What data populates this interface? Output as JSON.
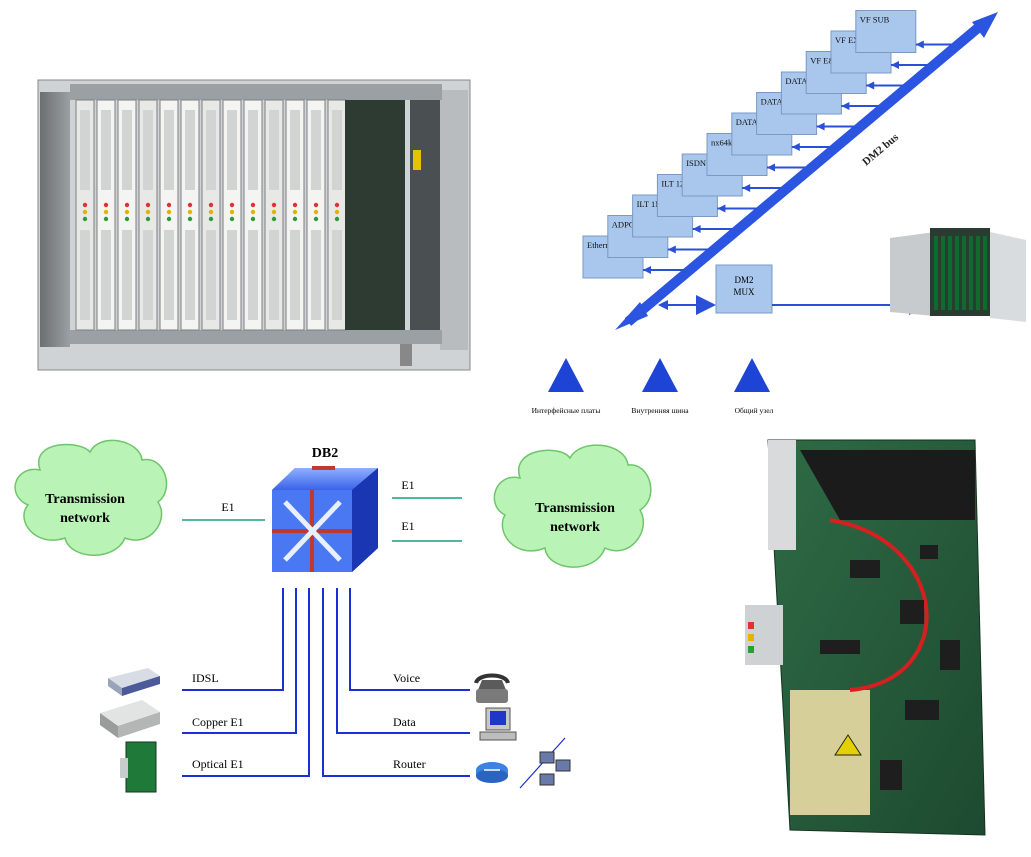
{
  "bus": {
    "label": "DM2 bus",
    "cards": [
      "Ethernet",
      "ADPCM",
      "ILT 1M",
      "ILT 128",
      "ISDN",
      "nx64k G.704",
      "DATA nx64k",
      "DATA 48..64k",
      "DATA 0..19.2k",
      "VF E&M",
      "VF EXC",
      "VF SUB"
    ],
    "mux": [
      "DM2",
      "MUX"
    ]
  },
  "legend": {
    "items": [
      "Интерфейсные платы",
      "Внутренняя шина",
      "Общий узел"
    ]
  },
  "network": {
    "hub_label": "DB2",
    "cloud_left": [
      "Transmission",
      "network"
    ],
    "cloud_right": [
      "Transmission",
      "network"
    ],
    "e1_left": "E1",
    "e1_right_top": "E1",
    "e1_right_bottom": "E1",
    "left_ports": [
      "IDSL",
      "Copper E1",
      "Optical E1"
    ],
    "right_ports": [
      "Voice",
      "Data",
      "Router"
    ]
  },
  "colors": {
    "bus_blue": "#2b55e0",
    "card_fill": "#a9c6ec",
    "line_blue": "#1a2fd6",
    "line_green": "#19a07c",
    "cloud_green": "#b9f4b6"
  }
}
